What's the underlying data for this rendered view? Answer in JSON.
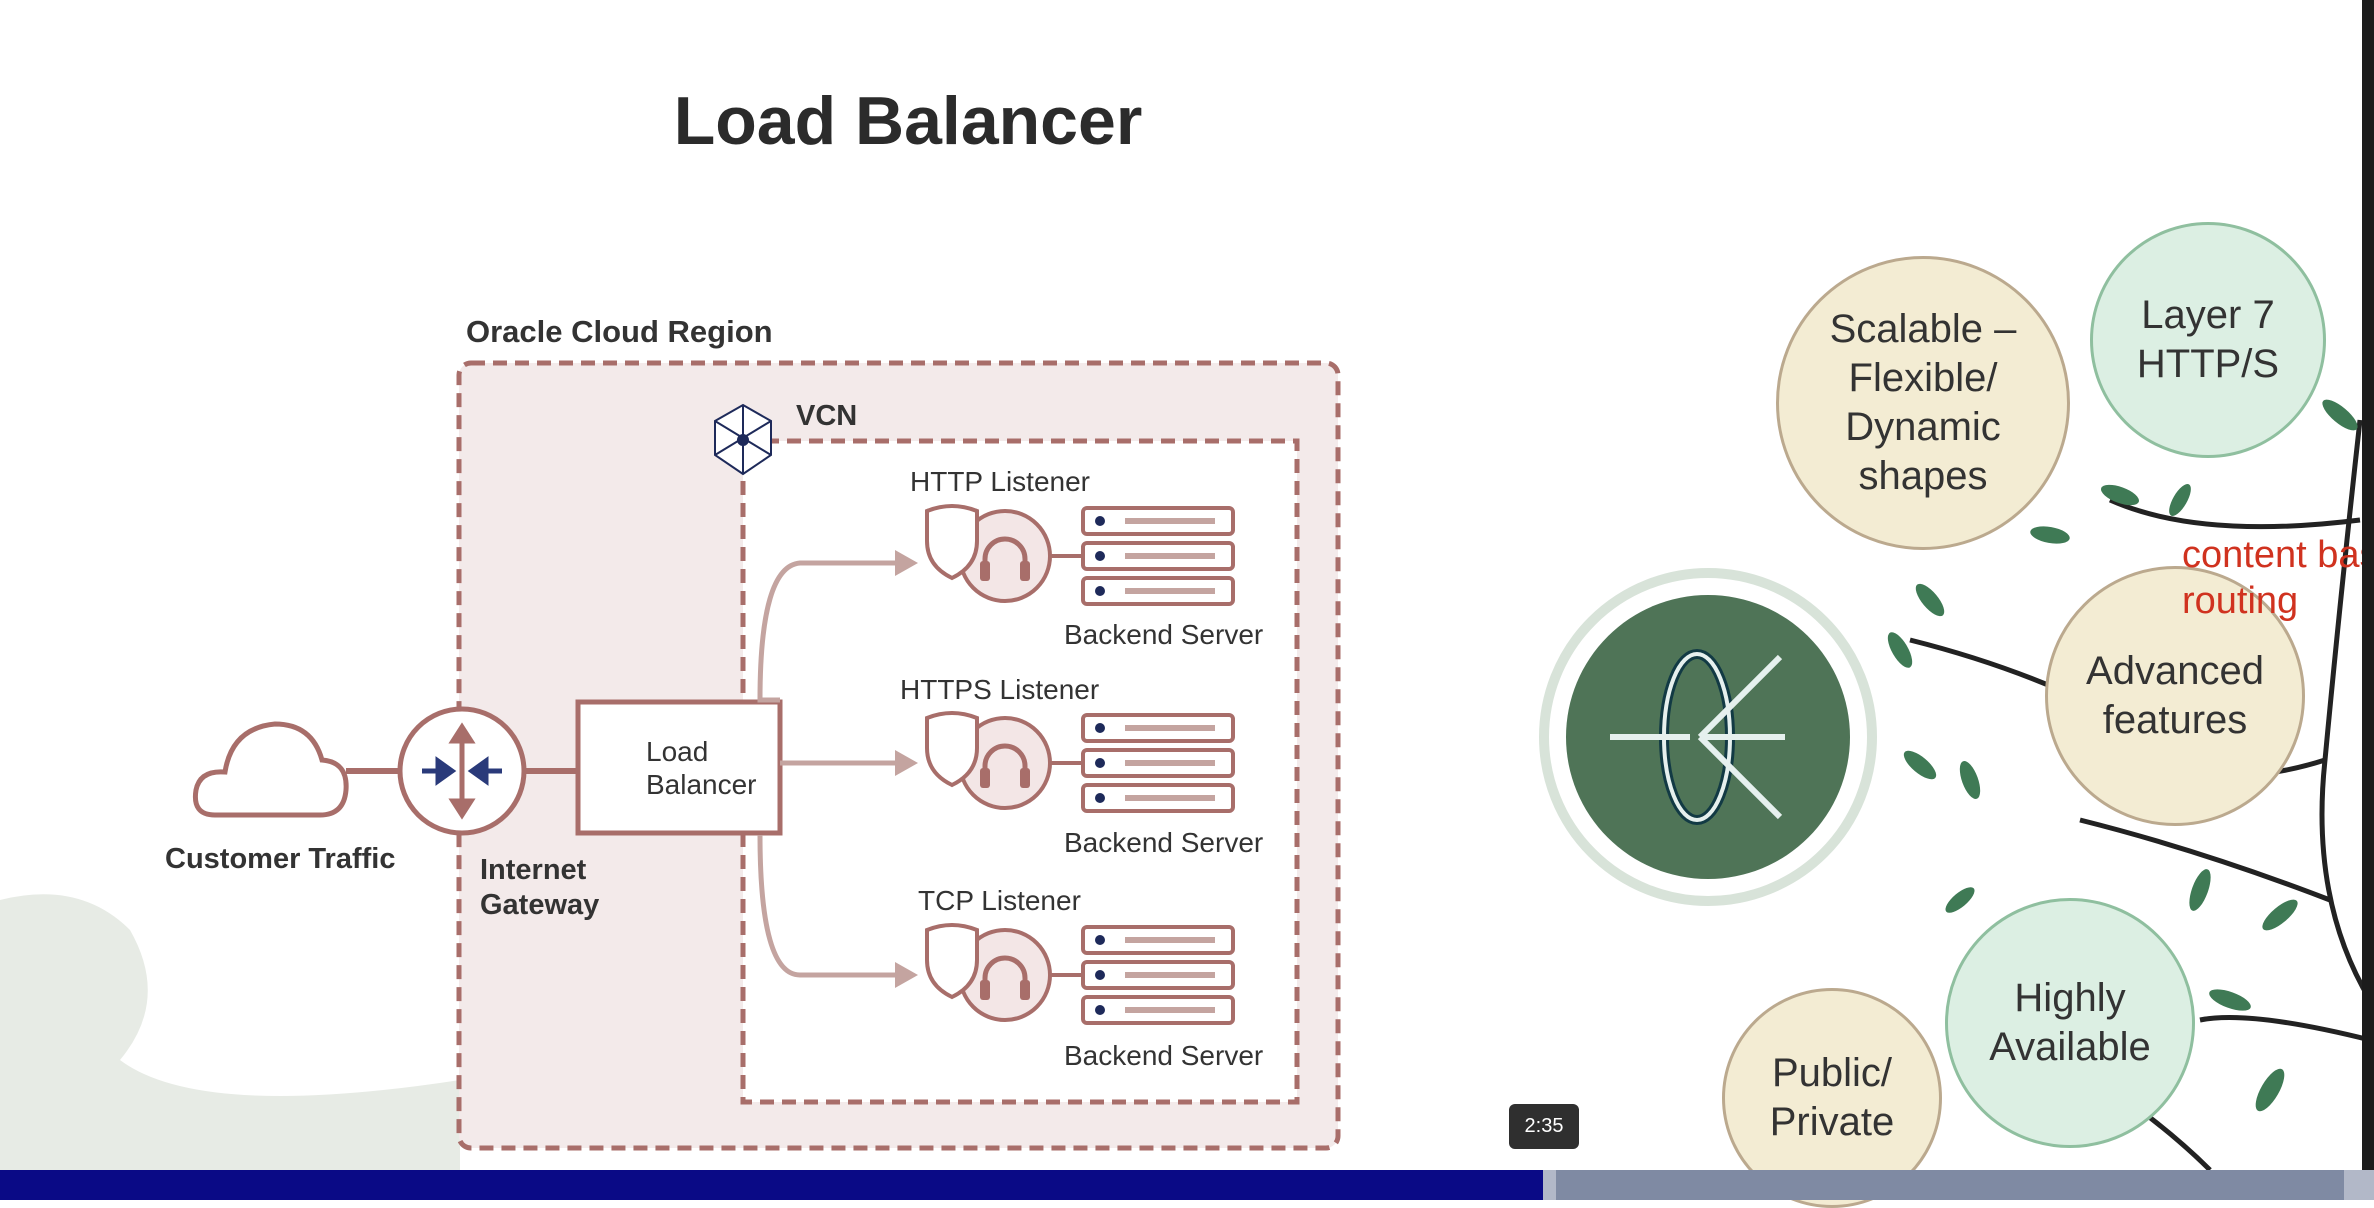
{
  "slide": {
    "title": "Load Balancer",
    "region_label": "Oracle Cloud Region",
    "vcn_label": "VCN",
    "customer_traffic": "Customer Traffic",
    "internet_gateway": [
      "Internet",
      "Gateway"
    ],
    "load_balancer": [
      "Load",
      "Balancer"
    ],
    "listeners": [
      {
        "label": "HTTP Listener",
        "backend": "Backend Server"
      },
      {
        "label": "HTTPS Listener",
        "backend": "Backend Server"
      },
      {
        "label": "TCP Listener",
        "backend": "Backend Server"
      }
    ],
    "bubbles": {
      "scalable": "Scalable – Flexible/ Dynamic shapes",
      "layer7": "Layer 7 HTTP/S",
      "advanced": "Advanced features",
      "highly": "Highly Available",
      "public": "Public/ Private"
    },
    "annotation": [
      "content based",
      "routing"
    ]
  },
  "player": {
    "timestamp": "2:35",
    "progress_percent": 65
  },
  "colors": {
    "accent": "#a86e6a",
    "region_fill": "#f3eaea",
    "progress": "#0a0a86",
    "annotation": "#d0321f"
  }
}
